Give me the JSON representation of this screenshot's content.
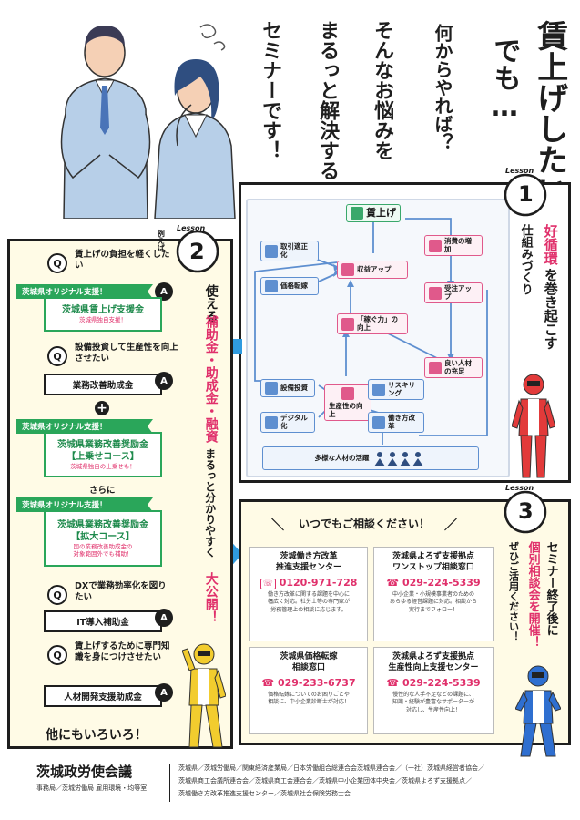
{
  "header": {
    "col1": "賃上げしたい！",
    "col2": "でも…",
    "col3": "何からやれば？",
    "col4": "そんなお悩みを",
    "col5": "まるっと解決する",
    "col6": "セミナーです！"
  },
  "lesson1": {
    "badge_label": "Lesson",
    "badge_number": "1",
    "heading_a": "好循環",
    "heading_b": "を巻き起こす",
    "heading_c": "仕組みづくり",
    "nodes": {
      "chinage": "賃上げ",
      "torihiki": "取引適正化",
      "kakaku": "価格転嫁",
      "shueki": "収益アップ",
      "shohi": "消費の増加",
      "juchu": "受注アップ",
      "kasegu": "「稼ぐ力」の向上",
      "jinzai": "良い人材の充足",
      "setsubi": "設備投資",
      "digital": "デジタル化",
      "seisansei": "生産性の向上",
      "reskilling": "リスキリング",
      "hatarakikata": "働き方改革",
      "tayou": "多様な人材の活躍"
    }
  },
  "lesson2": {
    "badge_label": "Lesson",
    "badge_number": "2",
    "reie": "例えば",
    "side_a": "使える",
    "side_b": "補助金・助成金・融資",
    "side_c": "まるっと分かりやすく",
    "side_d": "大公開！",
    "q1": "賃上げの負担を軽くしたい",
    "tag1": "茨城県オリジナル支援！",
    "g1_title": "茨城県賃上げ支援金",
    "g1_sub": "茨城県独自支援！",
    "q2": "設備投資して生産性を向上させたい",
    "g2_title": "業務改善助成金",
    "tag2": "茨城県オリジナル支援！",
    "g3_title": "茨城県業務改善奨励金",
    "g3_course": "【上乗せコース】",
    "g3_sub": "茨城県独自の上乗せも！",
    "sarani": "さらに",
    "tag3": "茨城県オリジナル支援！",
    "g4_title": "茨城県業務改善奨励金",
    "g4_course": "【拡大コース】",
    "g4_sub1": "国の業務改善助成金の",
    "g4_sub2": "対象範囲外でも補助！",
    "q3": "DXで業務効率化を図りたい",
    "g5_title": "IT導入補助金",
    "q4": "賃上げするために専門知識を身につけさせたい",
    "g6_title": "人材開発支援助成金",
    "footer": "他にもいろいろ！",
    "q_letter": "Q",
    "a_letter": "A",
    "plus": "+"
  },
  "lesson3": {
    "badge_label": "Lesson",
    "badge_number": "3",
    "banner": "いつでもご相談ください！",
    "side_a": "セミナー終了後に",
    "side_b": "個別相談会を開催！",
    "side_c": "ぜひご活用ください！",
    "centers": [
      {
        "title1": "茨城働き方改革",
        "title2": "推進支援センター",
        "phone": "0120-971-728",
        "desc1": "働き方改革に関する課題を中心に",
        "desc2": "幅広く対応。社労士等の専門家が",
        "desc3": "労務管理上の相談に応じます。"
      },
      {
        "title1": "茨城県よろず支援拠点",
        "title2": "ワンストップ相談窓口",
        "phone": "029-224-5339",
        "desc1": "中小企業・小規模事業者のための",
        "desc2": "あらゆる経営課題に対応。相談から",
        "desc3": "実行までフォロー！"
      },
      {
        "title1": "茨城県価格転嫁",
        "title2": "相談窓口",
        "phone": "029-233-6737",
        "desc1": "価格転嫁についてのお困りごとや",
        "desc2": "相談に、中小企業診断士が対応！",
        "desc3": ""
      },
      {
        "title1": "茨城県よろず支援拠点",
        "title2": "生産性向上支援センター",
        "phone": "029-224-5339",
        "desc1": "慢性的な人手不足などの課題に、",
        "desc2": "知識・経験が豊富なサポーターが",
        "desc3": "対応し、生産性向上！"
      }
    ]
  },
  "footer": {
    "org": "茨城政労使会議",
    "secretariat": "事務局／茨城労働局 雇用環境・均等室",
    "members1": "茨城県／茨城労働局／関東経済産業局／日本労働組合総連合会茨城県連合会／（一社）茨城県経営者協会／",
    "members2": "茨城県商工会議所連合会／茨城県商工会連合会／茨城県中小企業団体中央会／茨城県よろず支援拠点／",
    "members3": "茨城働き方改革推進支援センター／茨城県社会保険労務士会"
  },
  "colors": {
    "accent_pink": "#e0306b",
    "accent_green": "#2aa65a",
    "accent_blue": "#2f7fd6",
    "ink": "#1e1e1e"
  }
}
